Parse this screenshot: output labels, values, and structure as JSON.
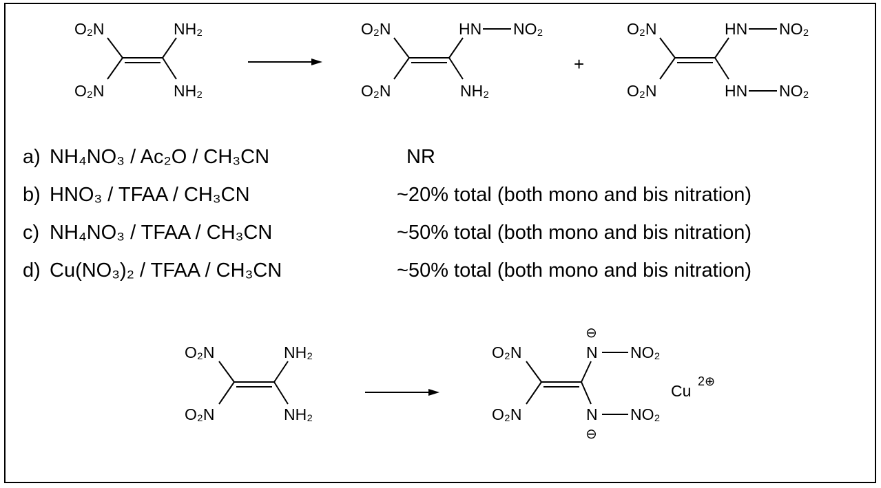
{
  "scheme1": {
    "reactant": {
      "tl": "O₂N",
      "tr": "NH₂",
      "bl": "O₂N",
      "br": "NH₂"
    },
    "product_mono": {
      "tl": "O₂N",
      "tr_hn": "HN",
      "tr_no2": "NO₂",
      "bl": "O₂N",
      "br": "NH₂"
    },
    "plus": "+",
    "product_bis": {
      "tl": "O₂N",
      "tr_hn": "HN",
      "tr_no2": "NO₂",
      "bl": "O₂N",
      "br_hn": "HN",
      "br_no2": "NO₂"
    }
  },
  "conditions": [
    {
      "label": "a)",
      "reagents": "NH₄NO₃ / Ac₂O / CH₃CN",
      "result": "NR"
    },
    {
      "label": "b)",
      "reagents": "HNO₃ / TFAA / CH₃CN",
      "result": "~20% total (both mono and bis nitration)"
    },
    {
      "label": "c)",
      "reagents": "NH₄NO₃ / TFAA / CH₃CN",
      "result": "~50% total (both mono and bis nitration)"
    },
    {
      "label": "d)",
      "reagents": "Cu(NO₃)₂ / TFAA / CH₃CN",
      "result": "~50% total (both mono and bis nitration)"
    }
  ],
  "scheme2": {
    "reactant": {
      "tl": "O₂N",
      "tr": "NH₂",
      "bl": "O₂N",
      "br": "NH₂"
    },
    "product": {
      "tl": "O₂N",
      "bl": "O₂N",
      "n_top": "N",
      "n_bot": "N",
      "no2_top": "NO₂",
      "no2_bot": "NO₂",
      "charge_minus": "⊖",
      "counterion": "Cu",
      "counter_charge": "2⊕"
    }
  }
}
